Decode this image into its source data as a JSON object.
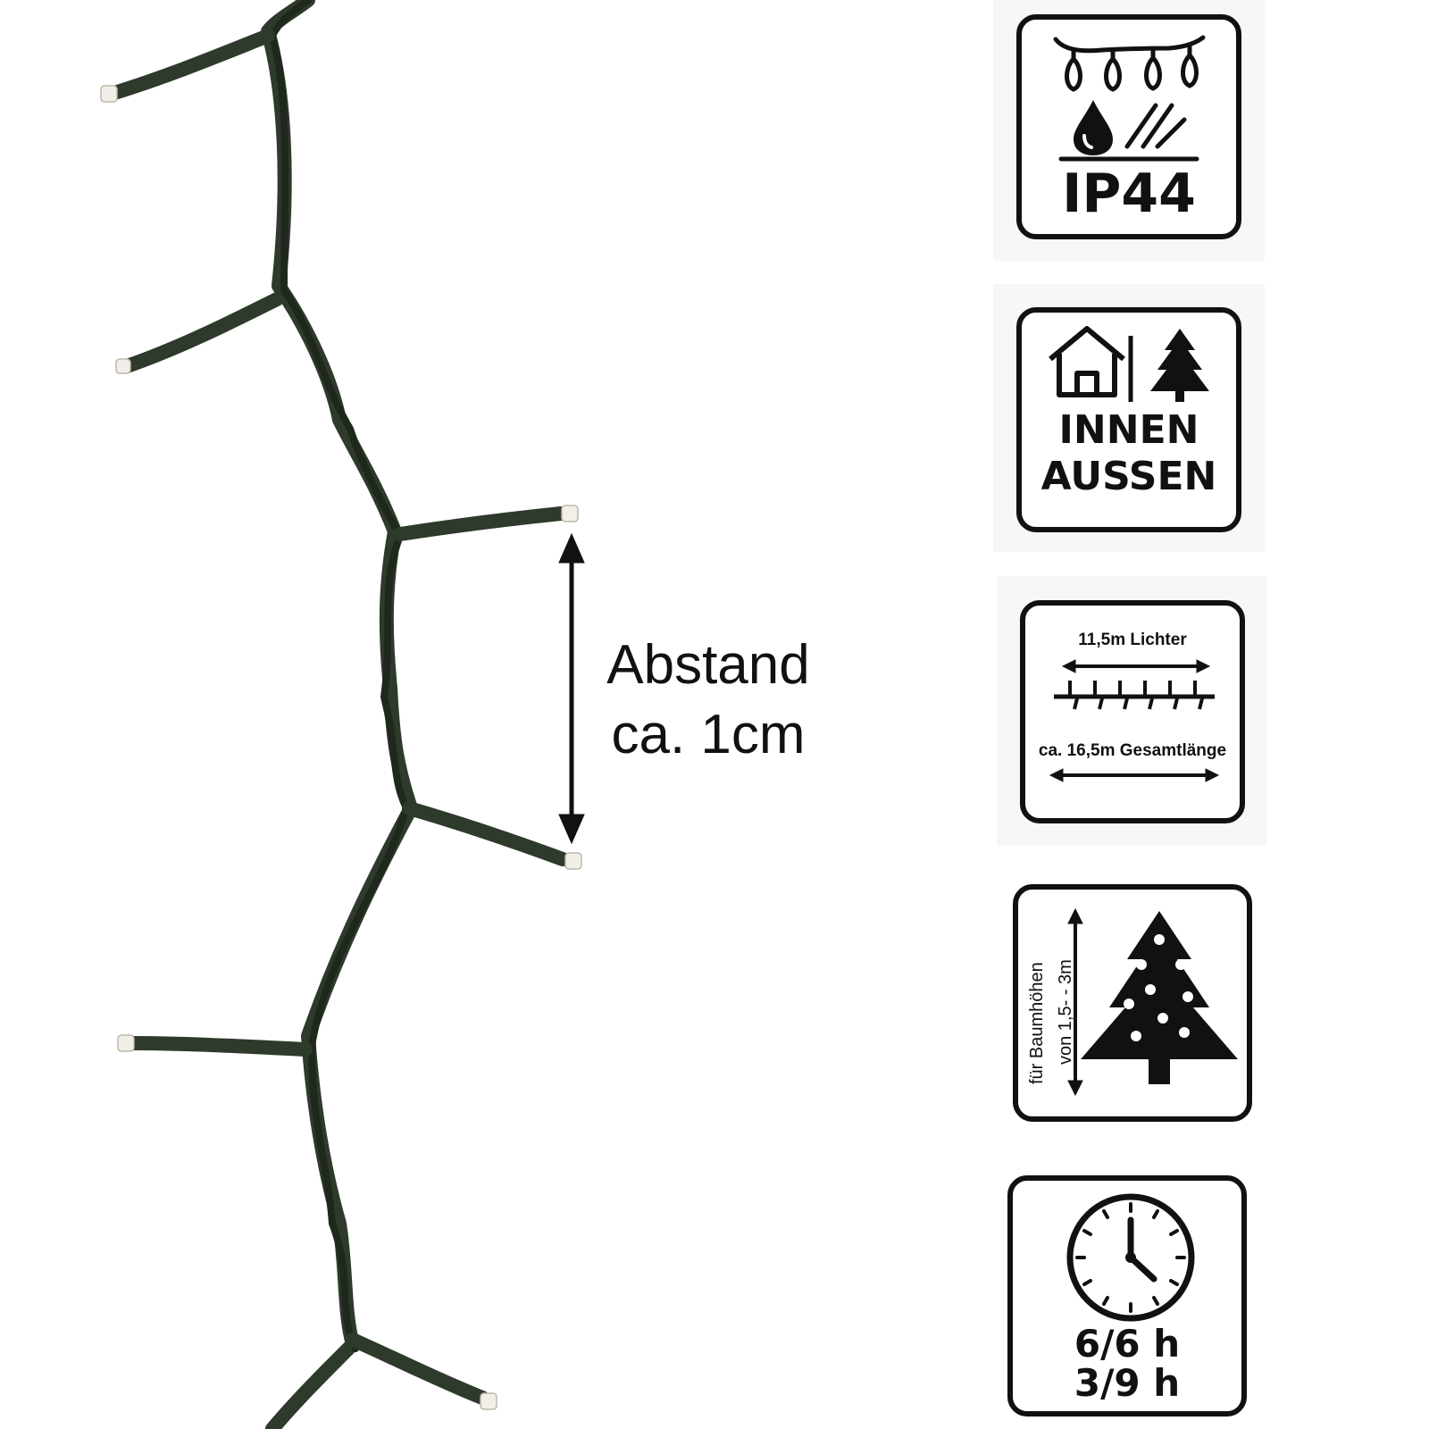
{
  "spacing": {
    "line1": "Abstand",
    "line2": "ca. 1cm"
  },
  "icons": {
    "ip": {
      "label": "IP44",
      "icon": "string-lights-rain-icon"
    },
    "location": {
      "line1": "INNEN",
      "line2": "AUSSEN",
      "icon": "house-tree-icon"
    },
    "length": {
      "lights": "11,5m Lichter",
      "total": "ca. 16,5m Gesamtlänge",
      "icon": "string-length-icon"
    },
    "tree": {
      "line1": "für Baumhöhen",
      "line2": "von 1,5- - 3m",
      "icon": "christmas-tree-icon"
    },
    "timer": {
      "line1": "6/6 h",
      "line2": "3/9 h",
      "icon": "clock-icon"
    }
  }
}
